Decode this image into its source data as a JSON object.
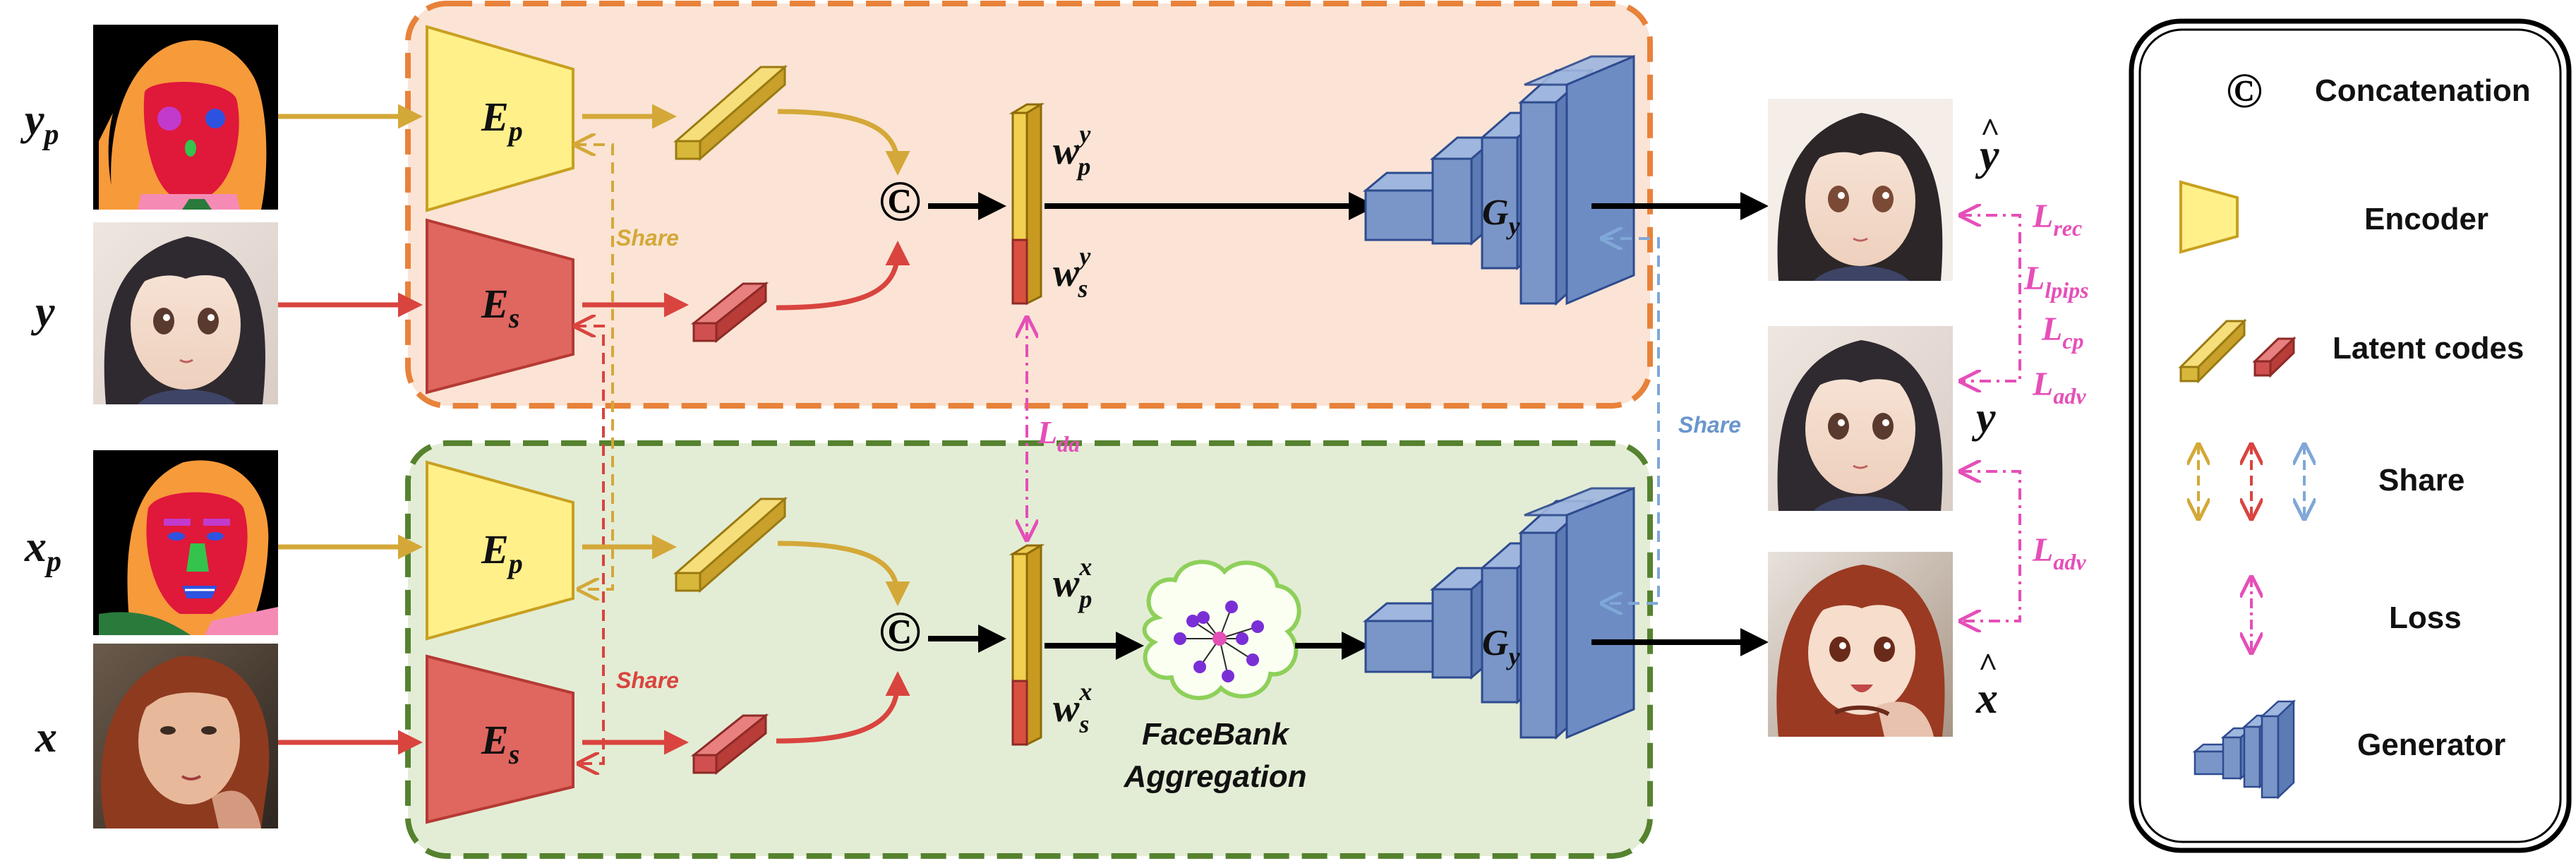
{
  "inputs": {
    "y_p": {
      "base": "y",
      "sub": "p"
    },
    "y": {
      "base": "y"
    },
    "x_p": {
      "base": "x",
      "sub": "p"
    },
    "x": {
      "base": "x"
    }
  },
  "encoders": {
    "top_pose": {
      "base": "E",
      "sub": "p"
    },
    "top_style": {
      "base": "E",
      "sub": "s"
    },
    "bottom_pose": {
      "base": "E",
      "sub": "p"
    },
    "bottom_style": {
      "base": "E",
      "sub": "s"
    }
  },
  "concat_symbol": "©",
  "latents": {
    "top_wp": {
      "base": "w",
      "sub": "p",
      "sup": "y"
    },
    "top_ws": {
      "base": "w",
      "sub": "s",
      "sup": "y"
    },
    "bottom_wp": {
      "base": "w",
      "sub": "p",
      "sup": "x"
    },
    "bottom_ws": {
      "base": "w",
      "sub": "s",
      "sup": "x"
    }
  },
  "generators": {
    "top": {
      "base": "G",
      "sub": "y"
    },
    "bottom": {
      "base": "G",
      "sub": "y"
    }
  },
  "facebank": {
    "line1": "FaceBank",
    "line2": "Aggregation"
  },
  "share_labels": {
    "gold": "Share",
    "red": "Share",
    "blue": "Share"
  },
  "losses": {
    "rec": {
      "base": "L",
      "sub": "rec"
    },
    "lpips": {
      "base": "L",
      "sub": "lpips"
    },
    "cp": {
      "base": "L",
      "sub": "cp"
    },
    "adv_top": {
      "base": "L",
      "sub": "adv"
    },
    "adv_bottom": {
      "base": "L",
      "sub": "adv"
    },
    "da": {
      "base": "L",
      "sub": "da"
    }
  },
  "outputs": {
    "y_hat": {
      "base": "y",
      "accent": "^"
    },
    "y": {
      "base": "y"
    },
    "x_hat": {
      "base": "x",
      "accent": "^"
    }
  },
  "legend": {
    "concatenation": "Concatenation",
    "encoder": "Encoder",
    "latent_codes": "Latent codes",
    "share": "Share",
    "loss": "Loss",
    "generator": "Generator"
  },
  "colors": {
    "gold": "#D4A838",
    "red": "#D9443F",
    "blue": "#7FA8D6",
    "magenta": "#E54FB8",
    "orange_border": "#E8823A",
    "green_border": "#56822F",
    "top_fill": "#FBE4D5",
    "bottom_fill": "#E3EDD5",
    "encoder_yellow": "#FFF08A",
    "encoder_red": "#E06660",
    "generator_blue": "#7A96C8",
    "generator_stroke": "#2E4B8F"
  }
}
